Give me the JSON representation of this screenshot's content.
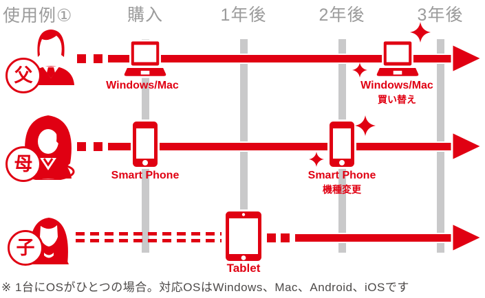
{
  "title": "使用例①",
  "timeline": {
    "columns": [
      "購入",
      "1年後",
      "2年後",
      "3年後"
    ]
  },
  "rows": [
    {
      "person": "父",
      "events": [
        {
          "device": "laptop",
          "label": "Windows/Mac",
          "sublabel": ""
        },
        {
          "device": "laptop",
          "label": "Windows/Mac",
          "sublabel": "買い替え"
        }
      ]
    },
    {
      "person": "母",
      "events": [
        {
          "device": "smartphone",
          "label": "Smart Phone",
          "sublabel": ""
        },
        {
          "device": "smartphone",
          "label": "Smart Phone",
          "sublabel": "機種変更"
        }
      ]
    },
    {
      "person": "子",
      "events": [
        {
          "device": "tablet",
          "label": "Tablet",
          "sublabel": ""
        }
      ]
    }
  ],
  "note": "※ 1台にOSがひとつの場合。対応OSはWindows、Mac、Android、iOSです",
  "colors": {
    "accent_red": "#e00012",
    "grid_gray": "#c9c9ca",
    "header_gray": "#9b9b9b",
    "note_gray": "#4c4948"
  }
}
